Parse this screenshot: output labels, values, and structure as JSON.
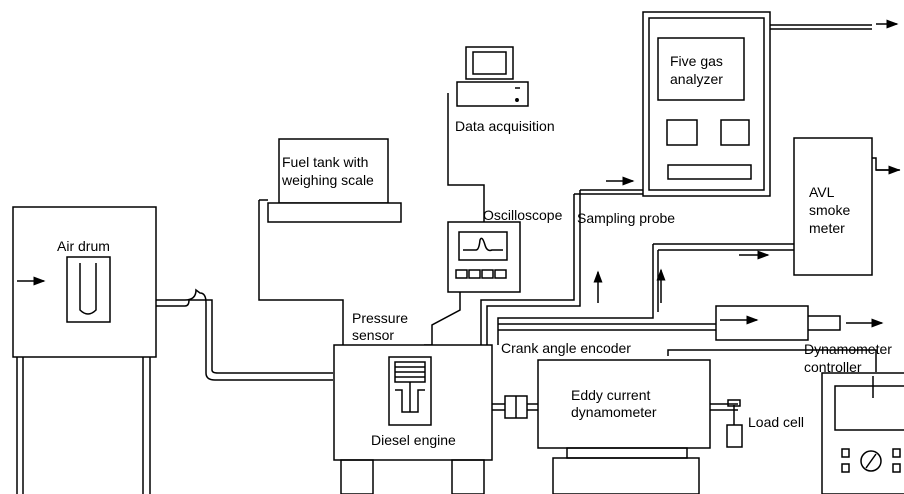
{
  "diagram": {
    "labels": {
      "air_drum": "Air drum",
      "fuel_tank": "Fuel tank with\nweighing scale",
      "data_acquisition": "Data acquisition",
      "oscilloscope": "Oscilloscope",
      "sampling_probe": "Sampling probe",
      "five_gas_analyzer": "Five gas\nanalyzer",
      "avl_smoke_meter": "AVL\nsmoke\nmeter",
      "pressure_sensor": "Pressure\nsensor",
      "crank_angle_encoder": "Crank angle encoder",
      "dynamometer_controller": "Dynamometer\ncontroller",
      "eddy_current_dynamometer": "Eddy current\ndynamometer",
      "load_cell": "Load cell",
      "diesel_engine": "Diesel engine"
    },
    "colors": {
      "line": "#000000",
      "background": "#ffffff"
    }
  }
}
